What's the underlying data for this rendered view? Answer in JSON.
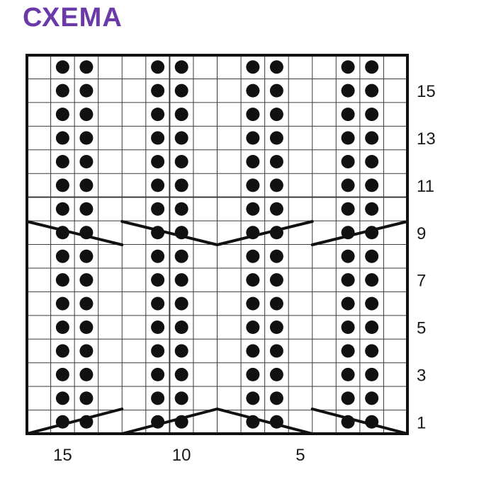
{
  "title": "СХЕМА",
  "colors": {
    "title": "#6a3aa8",
    "grid": "#3a3a3a",
    "ink": "#111111"
  },
  "chart": {
    "cols": 16,
    "rows": 16,
    "purl_columns": [
      2,
      3,
      6,
      7,
      10,
      11,
      14,
      15
    ],
    "row_labels": [
      "15",
      "13",
      "11",
      "9",
      "7",
      "5",
      "3",
      "1"
    ],
    "row_label_rows": [
      15,
      13,
      11,
      9,
      7,
      5,
      3,
      1
    ],
    "col_labels": [
      "15",
      "10",
      "5"
    ],
    "col_label_cols": [
      15,
      10,
      5
    ],
    "symbols": {
      "purl": "dot",
      "cable": "diagonal-lines"
    }
  }
}
